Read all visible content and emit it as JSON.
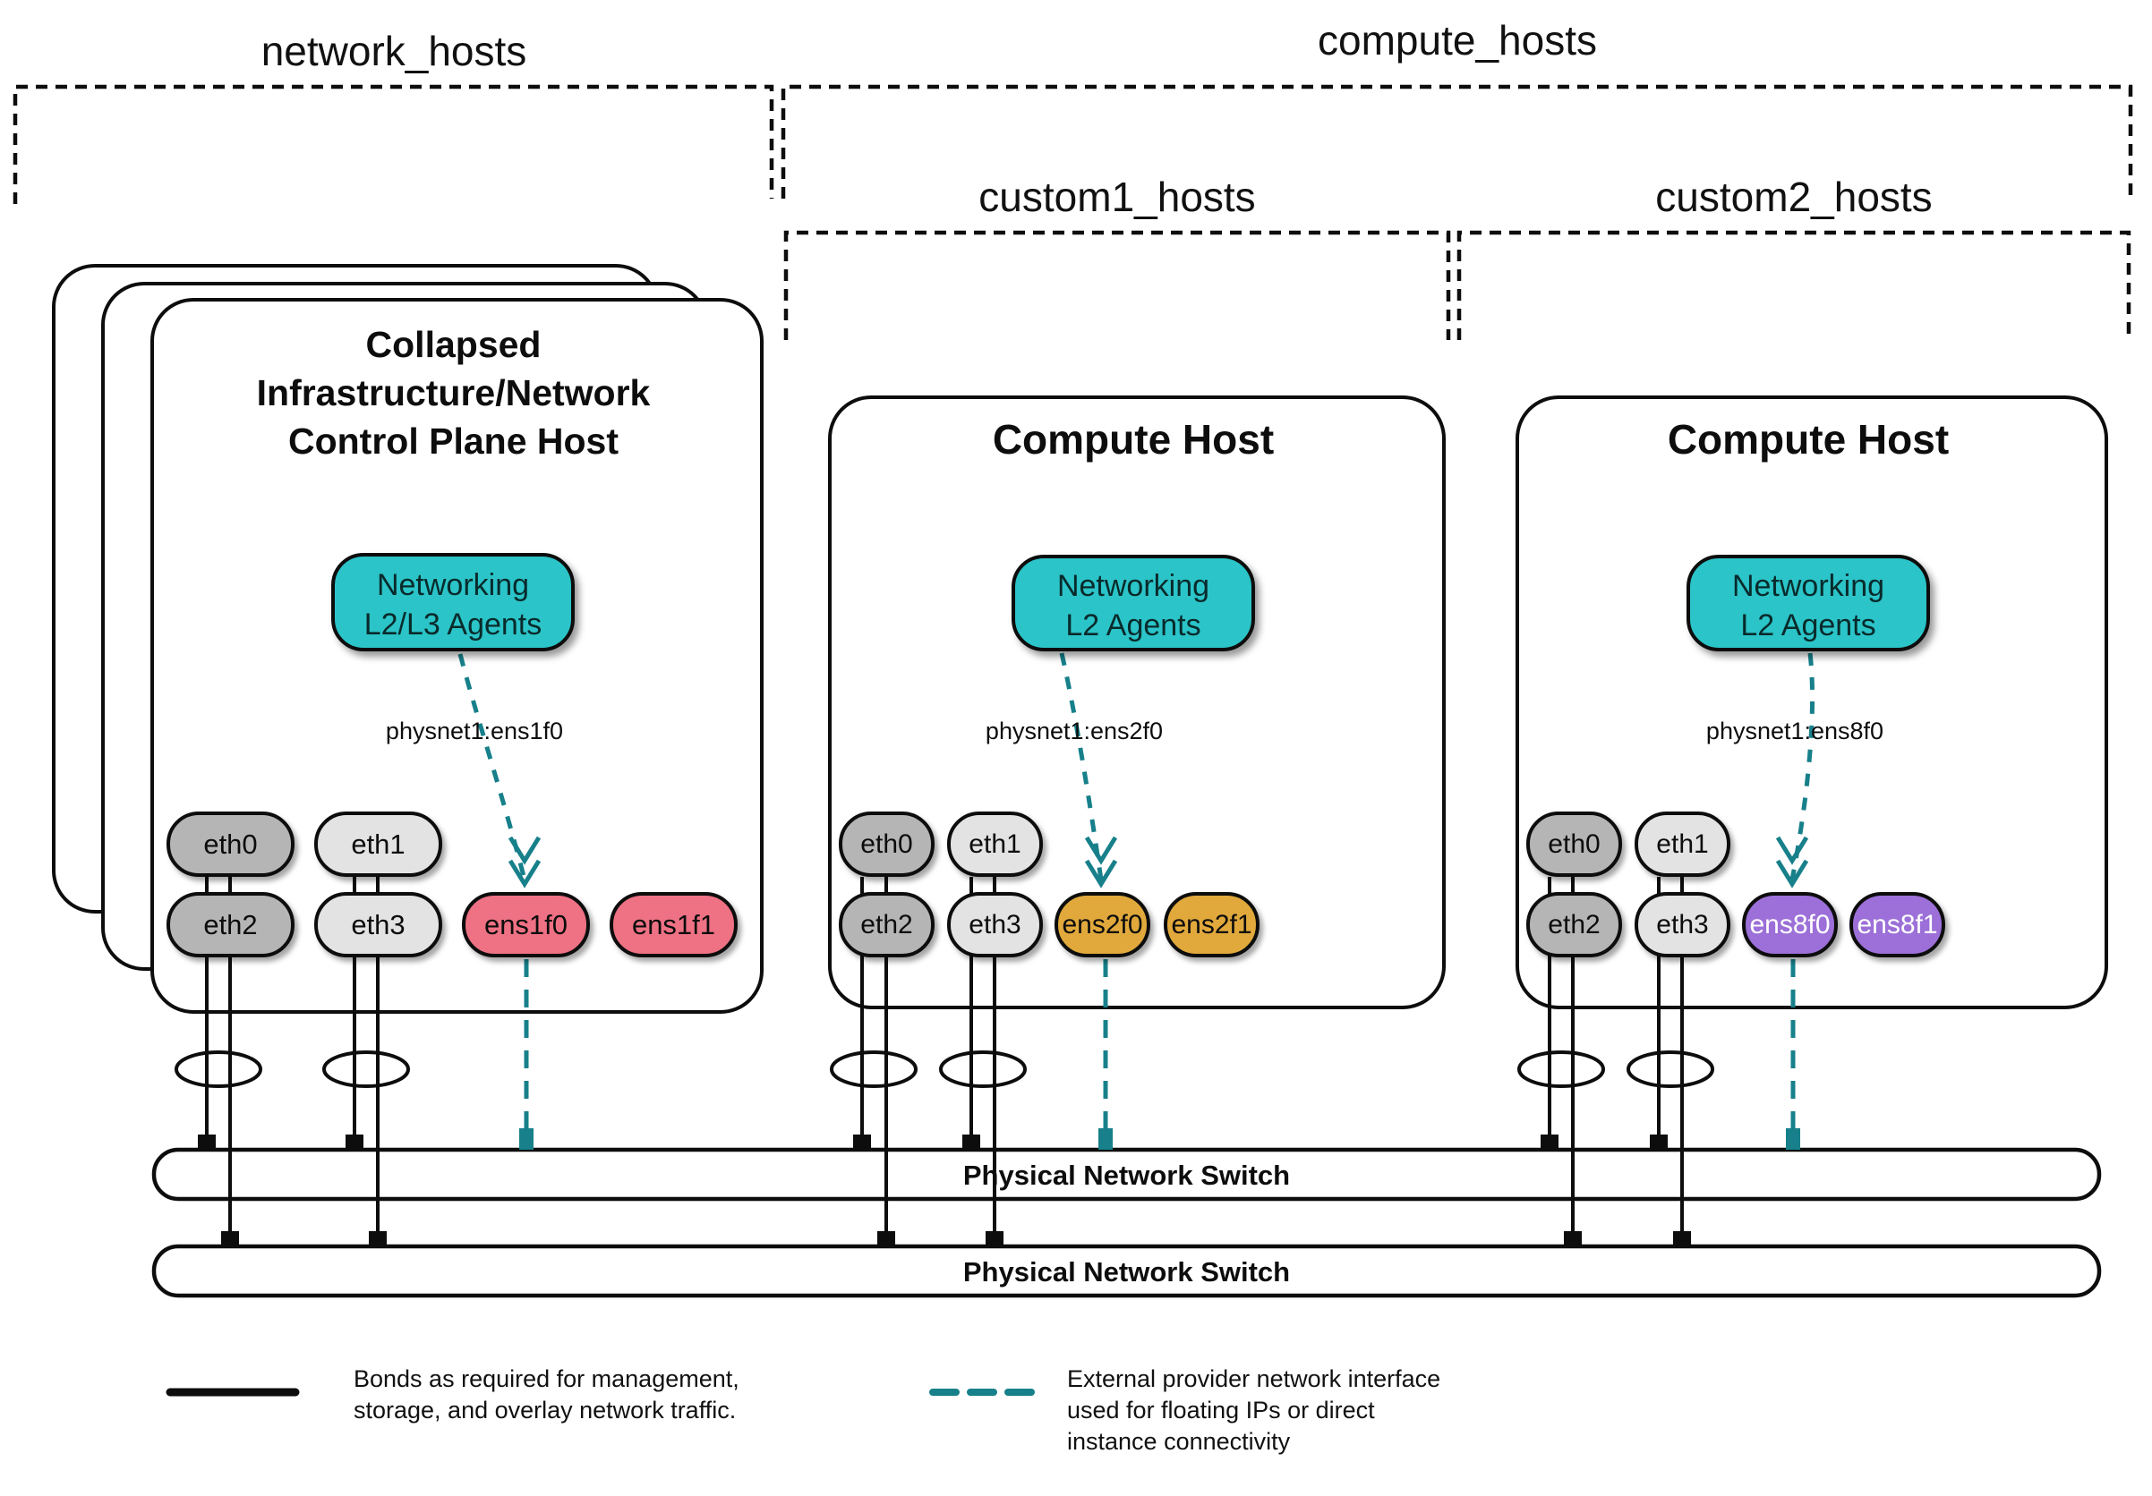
{
  "diagram": {
    "groups": [
      {
        "id": "network_hosts",
        "label": "network_hosts"
      },
      {
        "id": "compute_hosts",
        "label": "compute_hosts"
      },
      {
        "id": "custom1_hosts",
        "label": "custom1_hosts"
      },
      {
        "id": "custom2_hosts",
        "label": "custom2_hosts"
      }
    ],
    "hosts": [
      {
        "title_lines": [
          "Collapsed",
          "Infrastructure/Network",
          "Control Plane Host"
        ],
        "badge_lines": [
          "Networking",
          "L2/L3 Agents"
        ],
        "physnet": "physnet1:ens1f0",
        "nics": [
          {
            "label": "eth0"
          },
          {
            "label": "eth1"
          },
          {
            "label": "eth2"
          },
          {
            "label": "eth3"
          },
          {
            "label": "ens1f0"
          },
          {
            "label": "ens1f1"
          }
        ]
      },
      {
        "title_lines": [
          "Compute Host"
        ],
        "badge_lines": [
          "Networking",
          "L2 Agents"
        ],
        "physnet": "physnet1:ens2f0",
        "nics": [
          {
            "label": "eth0"
          },
          {
            "label": "eth1"
          },
          {
            "label": "eth2"
          },
          {
            "label": "eth3"
          },
          {
            "label": "ens2f0"
          },
          {
            "label": "ens2f1"
          }
        ]
      },
      {
        "title_lines": [
          "Compute Host"
        ],
        "badge_lines": [
          "Networking",
          "L2 Agents"
        ],
        "physnet": "physnet1:ens8f0",
        "nics": [
          {
            "label": "eth0"
          },
          {
            "label": "eth1"
          },
          {
            "label": "eth2"
          },
          {
            "label": "eth3"
          },
          {
            "label": "ens8f0"
          },
          {
            "label": "ens8f1"
          }
        ]
      }
    ],
    "switches": [
      {
        "label": "Physical Network Switch"
      },
      {
        "label": "Physical Network Switch"
      }
    ],
    "legend": [
      {
        "symbol": "bond-solid-line",
        "lines": [
          "Bonds as required for management,",
          "storage, and overlay network traffic."
        ]
      },
      {
        "symbol": "provider-dashed-line",
        "lines": [
          "External provider network interface",
          "used for floating IPs or direct",
          "instance connectivity"
        ]
      }
    ],
    "colors": {
      "teal_badge": "#2BC4C8",
      "teal_line": "#17808A",
      "nic_dark": "#B5B5B5",
      "nic_light": "#E3E3E3",
      "nic_red": "#EE7184",
      "nic_amber": "#E1A93C",
      "nic_purple": "#9C70D8",
      "ink": "#0D0D0D"
    }
  }
}
